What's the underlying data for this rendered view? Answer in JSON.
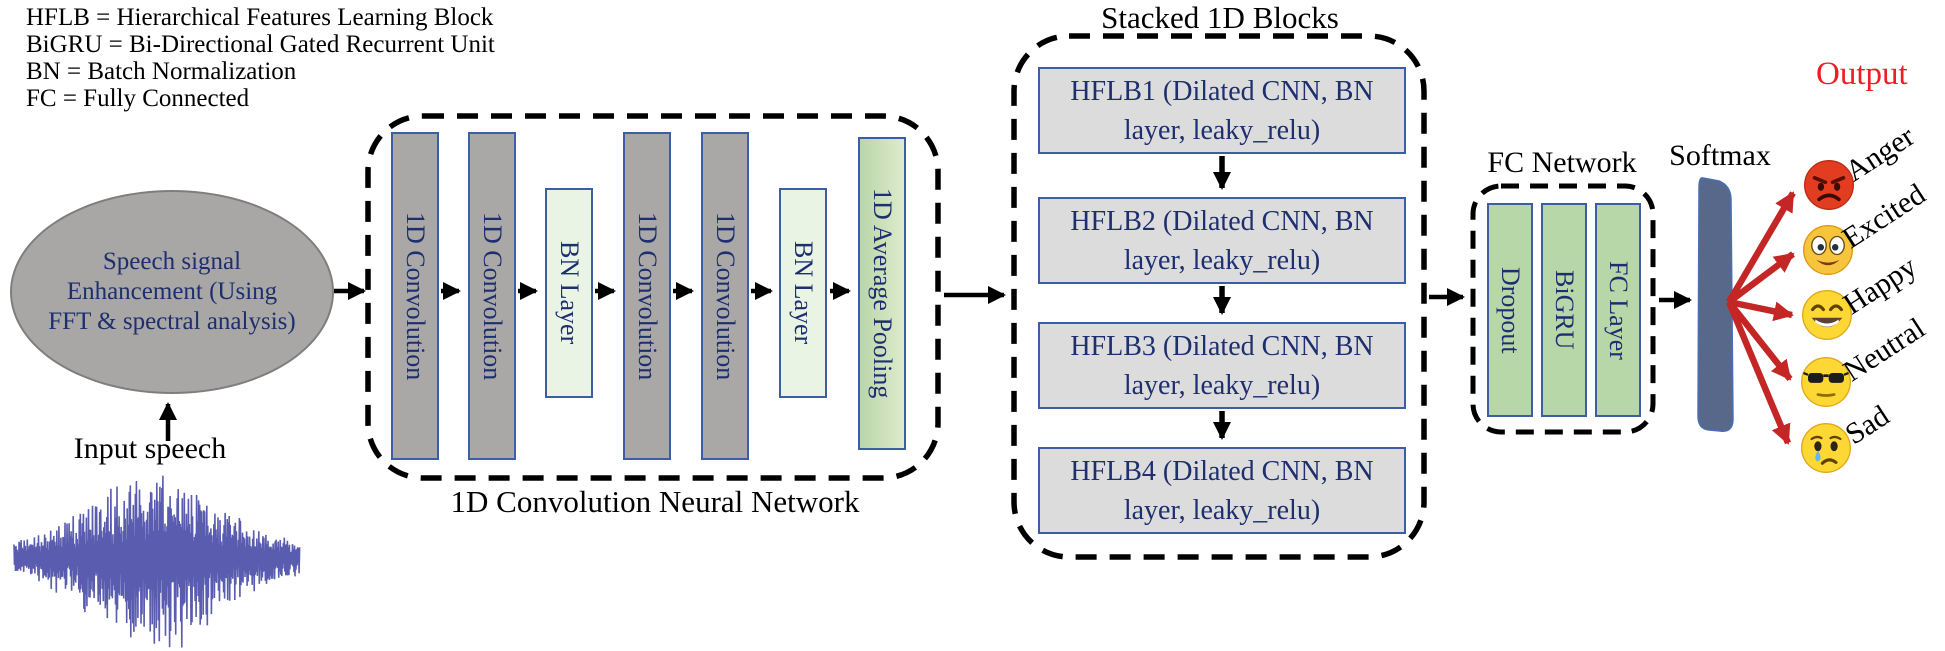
{
  "legend": {
    "lines": [
      "HFLB = Hierarchical Features Learning Block",
      "BiGRU = Bi-Directional Gated Recurrent Unit",
      "BN = Batch Normalization",
      "FC = Fully Connected"
    ]
  },
  "input_stage": {
    "ellipse_label": "Speech signal Enhancement (Using FFT & spectral analysis)",
    "input_label": "Input speech"
  },
  "cnn_block": {
    "caption": "1D Convolution Neural Network",
    "layers": [
      {
        "label": "1D Convolution",
        "type": "conv"
      },
      {
        "label": "1D Convolution",
        "type": "conv"
      },
      {
        "label": "BN Layer",
        "type": "bn"
      },
      {
        "label": "1D Convolution",
        "type": "conv"
      },
      {
        "label": "1D Convolution",
        "type": "conv"
      },
      {
        "label": "BN Layer",
        "type": "bn"
      },
      {
        "label": "1D Average Pooling",
        "type": "pool"
      }
    ]
  },
  "stacked_block": {
    "title": "Stacked 1D Blocks",
    "blocks": [
      {
        "label": "HFLB1 (Dilated CNN, BN layer, leaky_relu)"
      },
      {
        "label": "HFLB2 (Dilated CNN, BN layer, leaky_relu)"
      },
      {
        "label": "HFLB3 (Dilated CNN, BN layer, leaky_relu)"
      },
      {
        "label": "HFLB4 (Dilated CNN, BN layer, leaky_relu)"
      }
    ]
  },
  "fc_block": {
    "title": "FC Network",
    "layers": [
      {
        "label": "Dropout"
      },
      {
        "label": "BiGRU"
      },
      {
        "label": "FC Layer"
      }
    ]
  },
  "softmax": {
    "label": "Softmax"
  },
  "output": {
    "title": "Output",
    "classes": [
      {
        "label": "Anger",
        "icon": "angry-face-icon"
      },
      {
        "label": "Excited",
        "icon": "excited-face-icon"
      },
      {
        "label": "Happy",
        "icon": "grinning-face-icon"
      },
      {
        "label": "Neutral",
        "icon": "sunglasses-face-icon"
      },
      {
        "label": "Sad",
        "icon": "crying-face-icon"
      }
    ]
  },
  "colors": {
    "navy_text": "#1d2f6e",
    "bar_gray": "#aaa7a7",
    "bar_border_blue": "#3b5ea7",
    "bn_green": "#e9f4e5",
    "pool_green": "#c6ddb5",
    "fc_green": "#b7d7a8",
    "block_gray": "#dddcdc",
    "softmax_slate": "#57688b",
    "arrow_red": "#c42525",
    "output_red": "#ee1d23",
    "waveform_blue": "#5a5cb0"
  }
}
